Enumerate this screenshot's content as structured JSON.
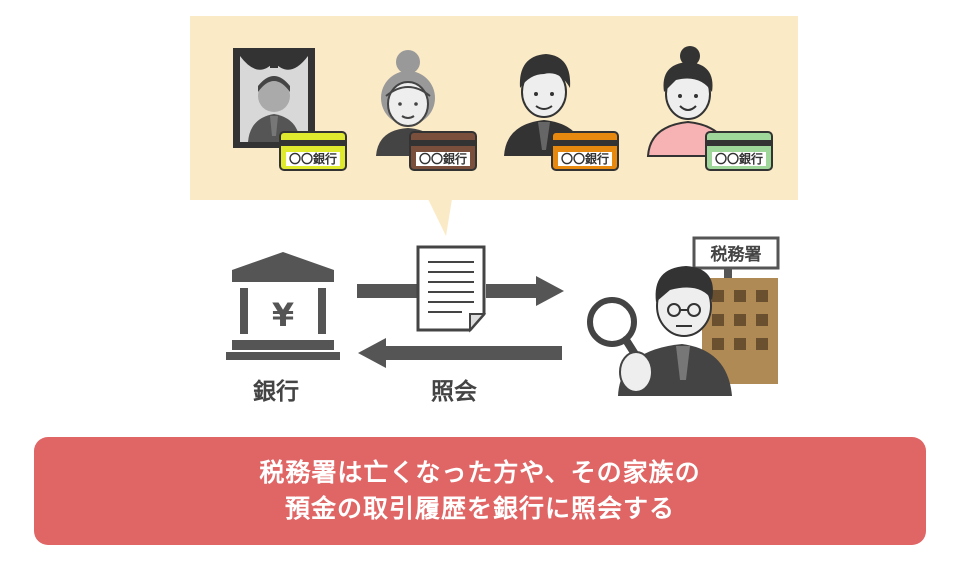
{
  "family_panel": {
    "people": [
      {
        "role": "deceased",
        "card_label": "〇〇銀行",
        "card_color": "#dfe92e"
      },
      {
        "role": "grandmother",
        "card_label": "〇〇銀行",
        "card_color": "#7a4f3c"
      },
      {
        "role": "man",
        "card_label": "〇〇銀行",
        "card_color": "#e8890f"
      },
      {
        "role": "woman",
        "card_label": "〇〇銀行",
        "card_color": "#9fd79a"
      }
    ]
  },
  "bank": {
    "label": "銀行",
    "symbol": "¥",
    "icon": "bank-building-icon"
  },
  "document": {
    "icon": "document-icon"
  },
  "inquiry": {
    "label": "照会"
  },
  "tax_office": {
    "sign": "税務署",
    "icon": "tax-office-building-icon"
  },
  "banner": {
    "line1": "税務署は亡くなった方や、その家族の",
    "line2": "預金の取引履歴を銀行に照会する",
    "color": "#e06565"
  },
  "colors": {
    "panel": "#fbeac6",
    "arrow": "#555555",
    "building_gold": "#b08a55"
  }
}
